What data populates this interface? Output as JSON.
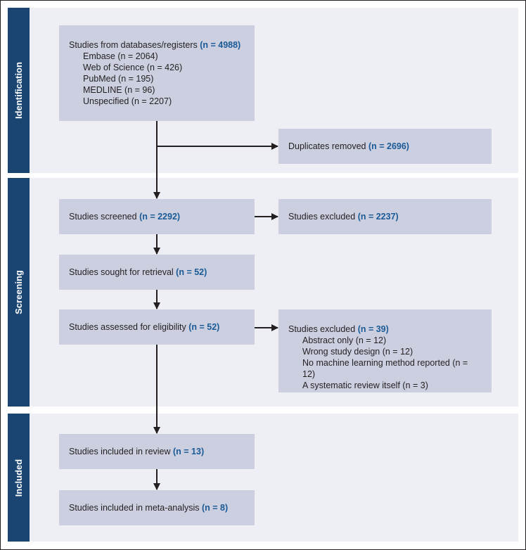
{
  "phases": {
    "identification": "Identification",
    "screening": "Screening",
    "included": "Included"
  },
  "boxes": {
    "databases": {
      "label": "Studies from databases/registers ",
      "n": "(n = 4988)",
      "items": [
        "Embase (n = 2064)",
        "Web of Science (n = 426)",
        "PubMed (n = 195)",
        "MEDLINE (n = 96)",
        "Unspecified (n = 2207)"
      ]
    },
    "duplicates": {
      "label": "Duplicates removed ",
      "n": "(n = 2696)"
    },
    "screened": {
      "label": "Studies screened ",
      "n": "(n = 2292)"
    },
    "excluded_screen": {
      "label": "Studies excluded ",
      "n": "(n = 2237)"
    },
    "retrieval": {
      "label": "Studies sought for retrieval ",
      "n": "(n = 52)"
    },
    "eligibility": {
      "label": "Studies assessed for eligibility ",
      "n": "(n = 52)"
    },
    "excluded_elig": {
      "label": "Studies excluded ",
      "n": "(n = 39)",
      "items": [
        "Abstract only (n = 12)",
        "Wrong study design (n = 12)",
        "No machine learning method reported (n = 12)",
        "A systematic review itself (n = 3)"
      ]
    },
    "review": {
      "label": "Studies included in review ",
      "n": "(n = 13)"
    },
    "meta": {
      "label": "Studies included in meta-analysis ",
      "n": "(n = 8)"
    }
  },
  "colors": {
    "phase_tab": "#1a4573",
    "phase_bg": "#eeeff5",
    "box": "#cbcfe0",
    "n_highlight": "#1a5a96",
    "arrow": "#231f20"
  }
}
